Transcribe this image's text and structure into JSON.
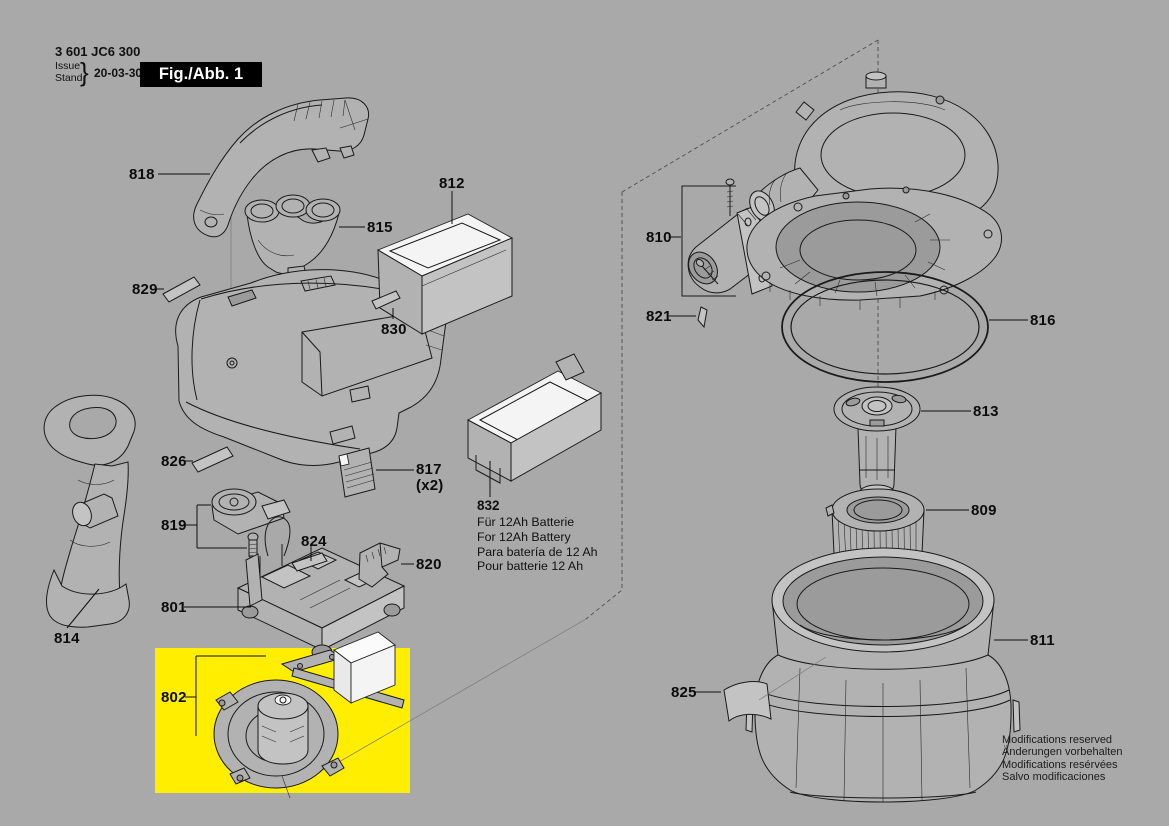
{
  "header": {
    "part_code": "3 601 JC6 300",
    "issue_label": "Issue",
    "stand_label": "Stand",
    "brace": "}",
    "issue_date": "20-03-30",
    "figure_label": "Fig./Abb. 1"
  },
  "labels": {
    "p818": "818",
    "p815": "815",
    "p812": "812",
    "p829": "829",
    "p830": "830",
    "p826": "826",
    "p819": "819",
    "p817": "817",
    "p817_qty": "(x2)",
    "p824": "824",
    "p820": "820",
    "p801": "801",
    "p802": "802",
    "p814": "814",
    "p832": "832",
    "p810": "810",
    "p821": "821",
    "p816": "816",
    "p813": "813",
    "p809": "809",
    "p811": "811",
    "p825": "825"
  },
  "note832": {
    "lines": [
      "Für 12Ah Batterie",
      "For 12Ah Battery",
      "Para batería de 12 Ah",
      "Pour batterie 12 Ah"
    ]
  },
  "footer": {
    "lines": [
      "Modifications reserved",
      "Änderungen vorbehalten",
      "Modifications resérvées",
      "Salvo modificaciones"
    ]
  },
  "colors": {
    "background": "#a9a9a9",
    "highlight": "#ffee00",
    "line": "#1a1a1a",
    "figure_box_bg": "#000000",
    "figure_box_text": "#ffffff"
  }
}
